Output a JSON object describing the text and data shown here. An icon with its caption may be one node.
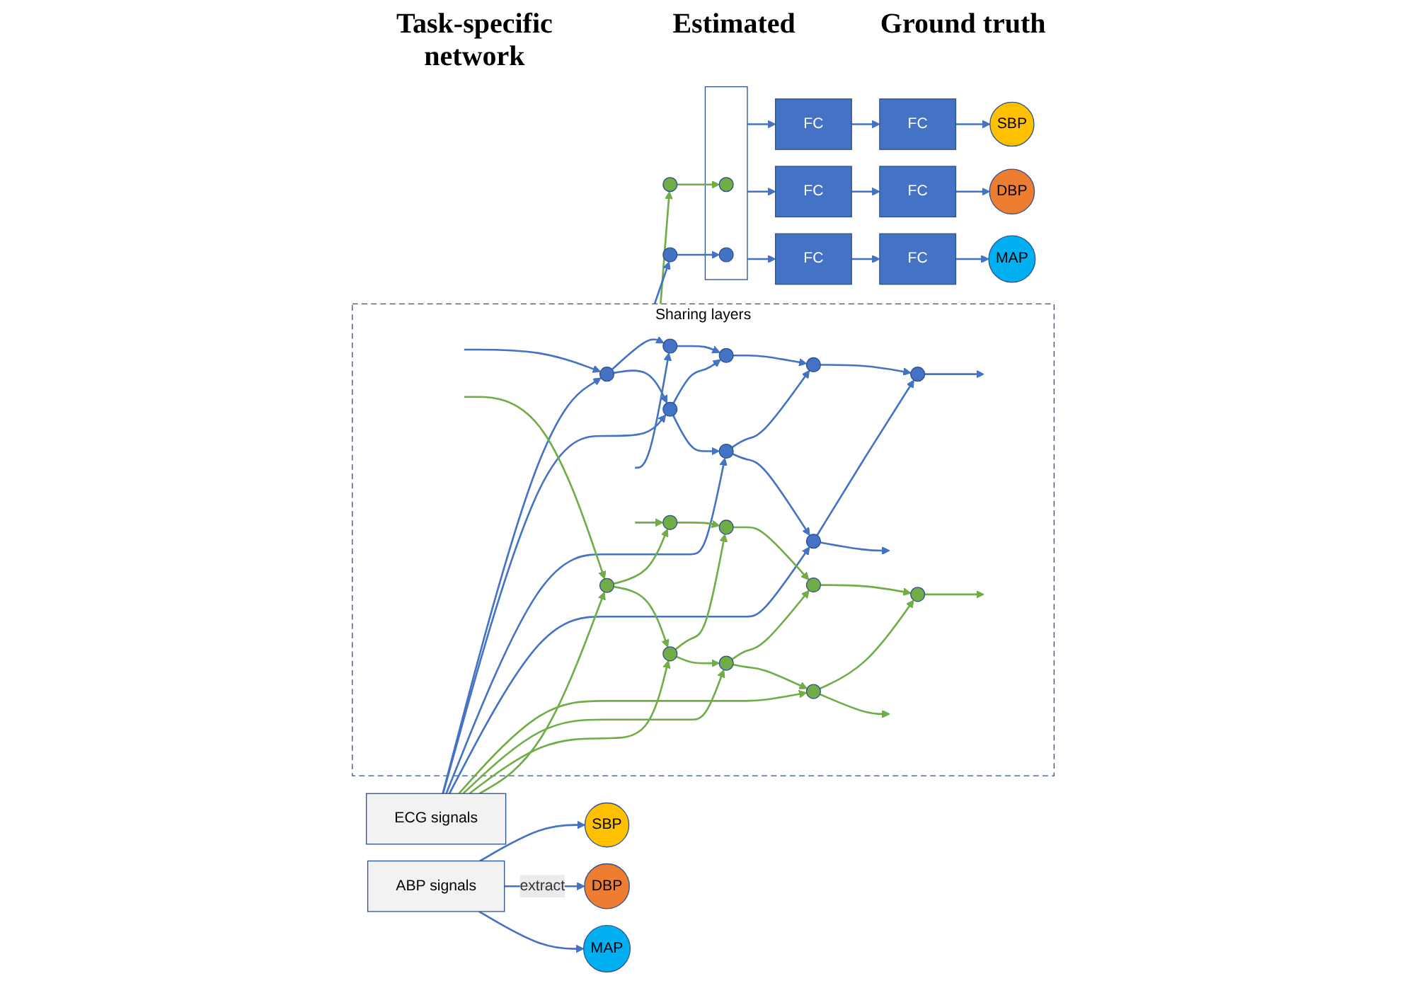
{
  "diagram": {
    "nodes": [
      {
        "text": [
          "ECG signals"
        ]
      },
      {
        "text": [
          "Sharing layers"
        ]
      },
      {
        "text": [],
        "shape": "circle",
        "in": 1
      },
      {
        "text": [],
        "shape": "circle",
        "in": 1
      },
      {
        "text": [],
        "shape": "circle",
        "in": 1
      },
      {
        "text": [],
        "shape": "circle",
        "in": 1
      },
      {
        "text": [],
        "shape": "circle",
        "in": 1
      },
      {
        "text": [],
        "shape": "circle",
        "in": 1
      },
      {
        "text": [],
        "shape": "circle",
        "in": 1
      },
      {
        "text": [],
        "shape": "circle",
        "in": 1
      },
      {
        "text": [],
        "shape": "circle",
        "in": 1
      },
      {
        "text": [],
        "shape": "circle",
        "in": 1
      },
      {
        "text": [],
        "shape": "circle",
        "in": 1
      },
      {
        "text": [],
        "shape": "circle",
        "in": 1
      },
      {
        "text": [],
        "shape": "circle",
        "in": 1
      },
      {
        "text": [],
        "shape": "circle",
        "in": 1
      },
      {
        "text": [],
        "shape": "circle",
        "in": 1
      },
      {
        "text": [],
        "shape": "circle",
        "in": 1
      },
      {
        "text": [],
        "shape": "circle"
      },
      {
        "text": [],
        "shape": "circle"
      },
      {
        "text": [],
        "shape": "box"
      },
      {
        "text": [],
        "shape": "circle",
        "in": 20
      },
      {
        "text": [],
        "shape": "circle",
        "in": 20
      },
      {
        "text": [
          "FC"
        ]
      },
      {
        "text": [
          "FC"
        ]
      },
      {
        "text": [
          "SBP"
        ]
      },
      {
        "text": [
          "FC"
        ]
      },
      {
        "text": [
          "FC"
        ]
      },
      {
        "text": [
          "DBP"
        ]
      },
      {
        "text": [
          "FC"
        ]
      },
      {
        "text": [
          "FC"
        ]
      },
      {
        "text": [
          "MAP"
        ]
      },
      {
        "text": [
          "SBP"
        ]
      },
      {
        "text": [
          "DBP"
        ]
      },
      {
        "text": [
          "MAP"
        ]
      },
      {
        "text": [
          "ABP signals"
        ]
      }
    ],
    "edges": [
      {
        "from": 0,
        "to": 2,
        "arrow": "to"
      },
      {
        "from": 0,
        "to": 6,
        "arrow": "to"
      },
      {
        "from": 0,
        "to": 10,
        "arrow": "to"
      },
      {
        "from": 0,
        "to": 14,
        "arrow": "to"
      },
      {
        "from": 0,
        "to": 4,
        "arrow": "to",
        "color": "#70ad47"
      },
      {
        "from": 0,
        "to": 8,
        "arrow": "to",
        "color": "#70ad47"
      },
      {
        "from": 0,
        "to": 12,
        "arrow": "to",
        "color": "#70ad47"
      },
      {
        "from": 0,
        "to": 16,
        "arrow": "to",
        "color": "#70ad47"
      },
      {
        "from": 2,
        "to": 3,
        "arrow": "to"
      },
      {
        "from": 6,
        "to": 7,
        "arrow": "to"
      },
      {
        "from": 10,
        "to": 11,
        "arrow": "to"
      },
      {
        "from": 14,
        "to": 15,
        "arrow": "to"
      },
      {
        "from": 4,
        "to": 5,
        "arrow": "to",
        "color": "#70ad47"
      },
      {
        "from": 8,
        "to": 9,
        "arrow": "to",
        "color": "#70ad47"
      },
      {
        "from": 12,
        "to": 13,
        "arrow": "to",
        "color": "#70ad47"
      },
      {
        "from": 16,
        "to": 17,
        "arrow": "to",
        "color": "#70ad47"
      },
      {
        "from": null,
        "to": 2,
        "arrow": "to"
      },
      {
        "from": 2,
        "to": 6,
        "arrow": "to"
      },
      {
        "from": 6,
        "to": 10,
        "arrow": "to"
      },
      {
        "from": 10,
        "to": 14,
        "arrow": "to"
      },
      {
        "from": 14,
        "to": null,
        "arrow": "to"
      },
      {
        "from": null,
        "to": 3,
        "arrow": "to"
      },
      {
        "from": 3,
        "to": 7,
        "arrow": "to"
      },
      {
        "from": 7,
        "to": 11,
        "arrow": "to"
      },
      {
        "from": 11,
        "to": 15,
        "arrow": "to"
      },
      {
        "from": 15,
        "to": null,
        "arrow": "to"
      },
      {
        "from": null,
        "to": 16,
        "arrow": "to",
        "color": "#70ad47"
      },
      {
        "from": 16,
        "to": 12,
        "arrow": "to",
        "color": "#70ad47"
      },
      {
        "from": 12,
        "to": 8,
        "arrow": "to",
        "color": "#70ad47"
      },
      {
        "from": 8,
        "to": 4,
        "arrow": "to",
        "color": "#70ad47"
      },
      {
        "from": 4,
        "to": null,
        "arrow": "to",
        "color": "#70ad47"
      },
      {
        "from": null,
        "to": 17,
        "arrow": "to",
        "color": "#70ad47"
      },
      {
        "from": 17,
        "to": 13,
        "arrow": "to",
        "color": "#70ad47"
      },
      {
        "from": 13,
        "to": 9,
        "arrow": "to",
        "color": "#70ad47"
      },
      {
        "from": 9,
        "to": 5,
        "arrow": "to",
        "color": "#70ad47"
      },
      {
        "from": 5,
        "to": null,
        "arrow": "to",
        "color": "#70ad47"
      },
      {
        "from": 1,
        "to": 18,
        "arrow": "to",
        "color": "#70ad47"
      },
      {
        "from": 18,
        "to": 21,
        "arrow": "to",
        "color": "#70ad47"
      },
      {
        "from": 1,
        "to": 19,
        "arrow": "to"
      },
      {
        "from": 19,
        "to": 22,
        "arrow": "to"
      },
      {
        "from": 20,
        "to": 23,
        "arrow": "to"
      },
      {
        "from": 20,
        "to": 26,
        "arrow": "to"
      },
      {
        "from": 20,
        "to": 29,
        "arrow": "to"
      },
      {
        "from": 23,
        "to": 24,
        "arrow": "to"
      },
      {
        "from": 24,
        "to": 25,
        "arrow": "to"
      },
      {
        "from": 26,
        "to": 27,
        "arrow": "to"
      },
      {
        "from": 27,
        "to": 28,
        "arrow": "to"
      },
      {
        "from": 29,
        "to": 30,
        "arrow": "to"
      },
      {
        "from": 30,
        "to": 31,
        "arrow": "to"
      },
      {
        "from": 35,
        "to": 32,
        "arrow": "to"
      },
      {
        "from": 35,
        "to": 33,
        "arrow": "to",
        "label": "extract"
      },
      {
        "from": 35,
        "to": 34,
        "arrow": "to"
      }
    ],
    "labels": [
      "Task-specific network",
      "Estimated",
      "Ground truth"
    ]
  }
}
